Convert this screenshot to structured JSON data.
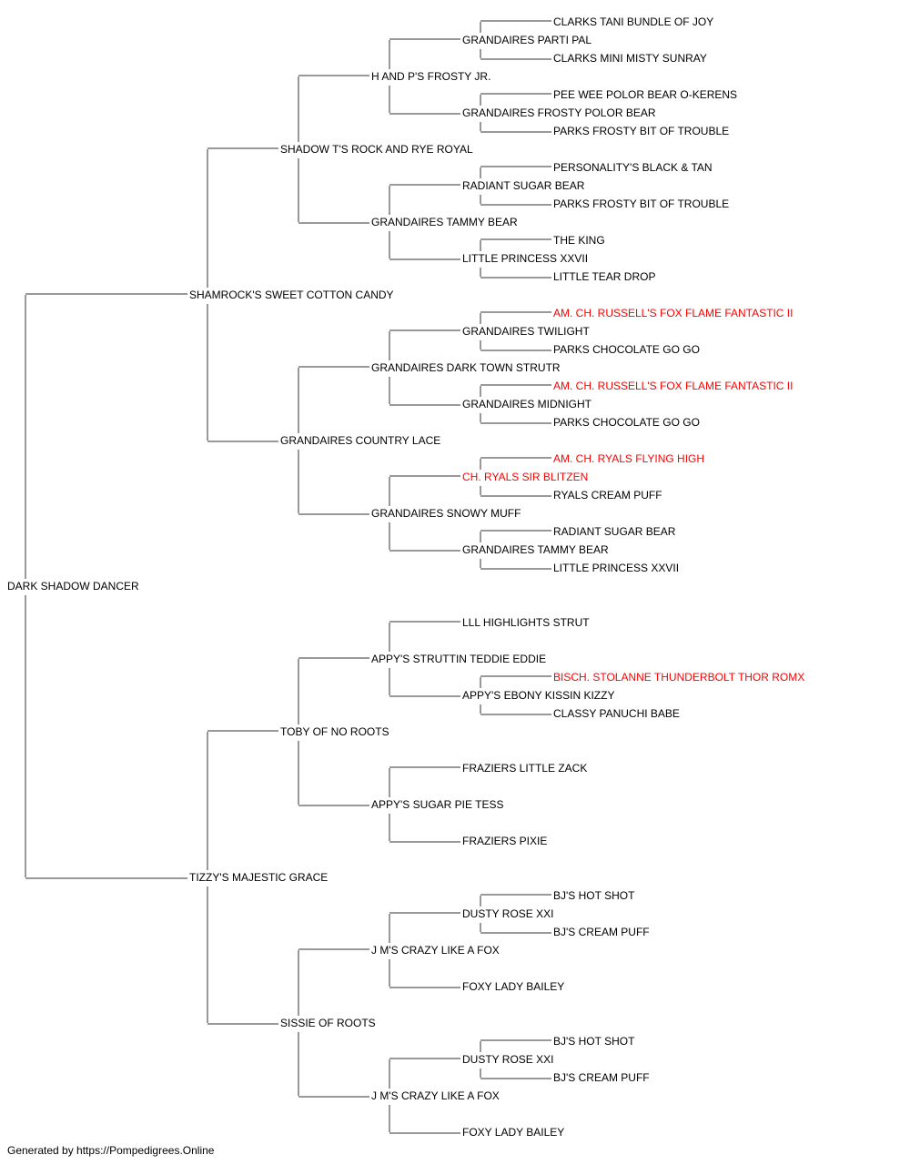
{
  "colors": {
    "line": "#333333",
    "text": "#000000",
    "champion": "#ff0000"
  },
  "footer": "Generated by https://Pompedigrees.Online",
  "pedigree": {
    "name": "DARK SHADOW DANCER",
    "ch": false,
    "sire": {
      "name": "SHAMROCK'S SWEET COTTON CANDY",
      "ch": false,
      "sire": {
        "name": "SHADOW T'S ROCK AND RYE ROYAL",
        "ch": false,
        "sire": {
          "name": "H AND P'S FROSTY JR.",
          "ch": false,
          "sire": {
            "name": "GRANDAIRES PARTI PAL",
            "ch": false,
            "sire": {
              "name": "CLARKS TANI BUNDLE OF JOY",
              "ch": false
            },
            "dam": {
              "name": "CLARKS MINI MISTY SUNRAY",
              "ch": false
            }
          },
          "dam": {
            "name": "GRANDAIRES FROSTY POLOR BEAR",
            "ch": false,
            "sire": {
              "name": "PEE WEE POLOR BEAR O-KERENS",
              "ch": false
            },
            "dam": {
              "name": "PARKS FROSTY BIT OF TROUBLE",
              "ch": false
            }
          }
        },
        "dam": {
          "name": "GRANDAIRES TAMMY BEAR",
          "ch": false,
          "sire": {
            "name": "RADIANT SUGAR BEAR",
            "ch": false,
            "sire": {
              "name": "PERSONALITY'S BLACK & TAN",
              "ch": false
            },
            "dam": {
              "name": "PARKS FROSTY BIT OF TROUBLE",
              "ch": false
            }
          },
          "dam": {
            "name": "LITTLE PRINCESS XXVII",
            "ch": false,
            "sire": {
              "name": "THE KING",
              "ch": false
            },
            "dam": {
              "name": "LITTLE TEAR DROP",
              "ch": false
            }
          }
        }
      },
      "dam": {
        "name": "GRANDAIRES COUNTRY LACE",
        "ch": false,
        "sire": {
          "name": "GRANDAIRES DARK TOWN STRUTR",
          "ch": false,
          "sire": {
            "name": "GRANDAIRES TWILIGHT",
            "ch": false,
            "sire": {
              "name": "AM. CH. RUSSELL'S FOX FLAME FANTASTIC II",
              "ch": true
            },
            "dam": {
              "name": "PARKS CHOCOLATE GO GO",
              "ch": false
            }
          },
          "dam": {
            "name": "GRANDAIRES MIDNIGHT",
            "ch": false,
            "sire": {
              "name": "AM. CH. RUSSELL'S FOX FLAME FANTASTIC II",
              "ch": true
            },
            "dam": {
              "name": "PARKS CHOCOLATE GO GO",
              "ch": false
            }
          }
        },
        "dam": {
          "name": "GRANDAIRES SNOWY MUFF",
          "ch": false,
          "sire": {
            "name": "CH. RYALS SIR BLITZEN",
            "ch": true,
            "sire": {
              "name": "AM. CH. RYALS FLYING HIGH",
              "ch": true
            },
            "dam": {
              "name": "RYALS CREAM PUFF",
              "ch": false
            }
          },
          "dam": {
            "name": "GRANDAIRES TAMMY BEAR",
            "ch": false,
            "sire": {
              "name": "RADIANT SUGAR BEAR",
              "ch": false
            },
            "dam": {
              "name": "LITTLE PRINCESS XXVII",
              "ch": false
            }
          }
        }
      }
    },
    "dam": {
      "name": "TIZZY'S MAJESTIC GRACE",
      "ch": false,
      "sire": {
        "name": "TOBY OF NO ROOTS",
        "ch": false,
        "sire": {
          "name": "APPY'S STRUTTIN TEDDIE EDDIE",
          "ch": false,
          "sire": {
            "name": "LLL HIGHLIGHTS STRUT",
            "ch": false
          },
          "dam": {
            "name": "APPY'S EBONY KISSIN KIZZY",
            "ch": false,
            "sire": {
              "name": "BISCH. STOLANNE THUNDERBOLT THOR ROMX",
              "ch": true
            },
            "dam": {
              "name": "CLASSY PANUCHI BABE",
              "ch": false
            }
          }
        },
        "dam": {
          "name": "APPY'S SUGAR PIE TESS",
          "ch": false,
          "sire": {
            "name": "FRAZIERS LITTLE ZACK",
            "ch": false
          },
          "dam": {
            "name": "FRAZIERS PIXIE",
            "ch": false
          }
        }
      },
      "dam": {
        "name": "SISSIE OF ROOTS",
        "ch": false,
        "sire": {
          "name": "J M'S CRAZY LIKE A FOX",
          "ch": false,
          "sire": {
            "name": "DUSTY ROSE XXI",
            "ch": false,
            "sire": {
              "name": "BJ'S HOT SHOT",
              "ch": false
            },
            "dam": {
              "name": "BJ'S CREAM PUFF",
              "ch": false
            }
          },
          "dam": {
            "name": "FOXY LADY BAILEY",
            "ch": false
          }
        },
        "dam": {
          "name": "J M'S CRAZY LIKE A FOX",
          "ch": false,
          "sire": {
            "name": "DUSTY ROSE XXI",
            "ch": false,
            "sire": {
              "name": "BJ'S HOT SHOT",
              "ch": false
            },
            "dam": {
              "name": "BJ'S CREAM PUFF",
              "ch": false
            }
          },
          "dam": {
            "name": "FOXY LADY BAILEY",
            "ch": false
          }
        }
      }
    }
  }
}
